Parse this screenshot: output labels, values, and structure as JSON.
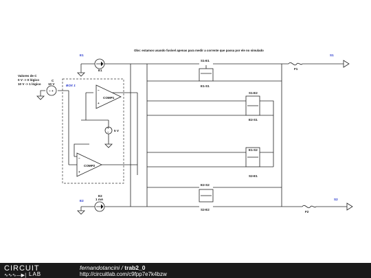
{
  "note": "Obs: estamos usando fusível apenas para medir a corrente que passa por ele no simulado",
  "sources": {
    "E1": {
      "name": "E1",
      "value": "",
      "node": "E1"
    },
    "E2": {
      "name": "E2",
      "value": "1 mA",
      "node": "E2"
    },
    "C": {
      "name": "C",
      "value": "10 V"
    },
    "V5": {
      "value": "5 V"
    }
  },
  "valores": {
    "title": "Valores de C",
    "line1": "0 V -> 0 lógico",
    "line2": "10 V -> 1 lógico"
  },
  "box": {
    "label": "BOX 1"
  },
  "comparators": {
    "comp1": "COMP1",
    "comp2": "COMP2"
  },
  "outputs": {
    "s1": "S1",
    "s2": "S2"
  },
  "fuses": {
    "f1": "F1",
    "f2": "F2"
  },
  "transistors": {
    "t1_top": "S1-E1",
    "t1_bot": "E1-S1",
    "t2_top": "S1-E2",
    "t2_bot": "E2-S1",
    "t3_top": "E1-S2",
    "t3_bot": "S2-E1",
    "t4_top": "E2-S2",
    "t4_bot": "S2-E2"
  },
  "footer": {
    "logo_top": "CIRCUIT",
    "logo_bottom": "LAB",
    "author": "fernandotancini",
    "sep": " / ",
    "project": "trab2_0",
    "url": "http://circuitlab.com/c9fpp7e7k4bzw"
  }
}
